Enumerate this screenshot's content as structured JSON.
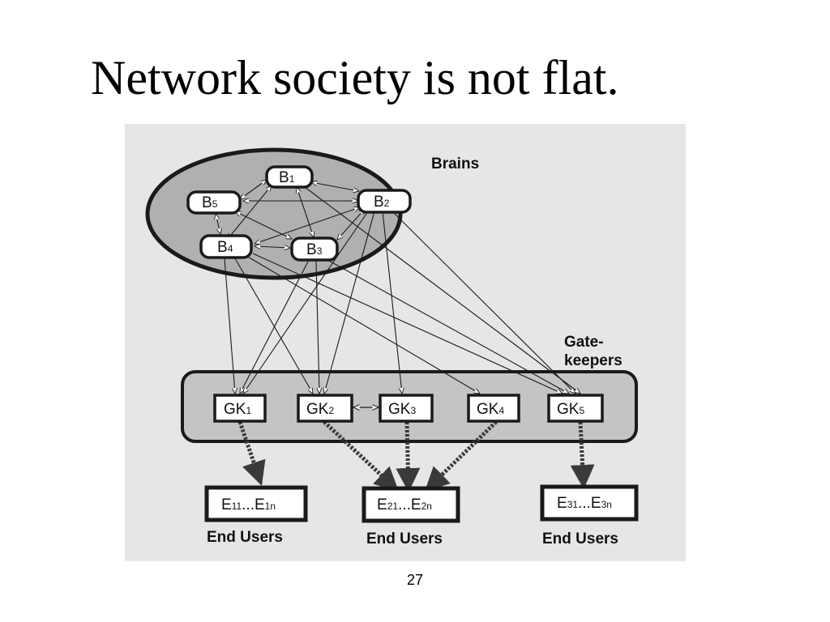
{
  "slide": {
    "title": "Network society is not flat.",
    "page_number": "27"
  },
  "diagram": {
    "groups": {
      "brains": "Brains",
      "gatekeepers_line1": "Gate-",
      "gatekeepers_line2": "keepers"
    },
    "brains": [
      {
        "base": "B",
        "sub": "1"
      },
      {
        "base": "B",
        "sub": "2"
      },
      {
        "base": "B",
        "sub": "3"
      },
      {
        "base": "B",
        "sub": "4"
      },
      {
        "base": "B",
        "sub": "5"
      }
    ],
    "gatekeepers": [
      {
        "base": "GK",
        "sub": "1"
      },
      {
        "base": "GK",
        "sub": "2"
      },
      {
        "base": "GK",
        "sub": "3"
      },
      {
        "base": "GK",
        "sub": "4"
      },
      {
        "base": "GK",
        "sub": "5"
      }
    ],
    "end_user_boxes": [
      {
        "a": "E",
        "a_sub": "11",
        "mid": "...E",
        "b_sub": "1n",
        "label": "End Users"
      },
      {
        "a": "E",
        "a_sub": "21",
        "mid": "...E",
        "b_sub": "2n",
        "label": "End Users"
      },
      {
        "a": "E",
        "a_sub": "31",
        "mid": "...E",
        "b_sub": "3n",
        "label": "End Users"
      }
    ],
    "colors": {
      "background": "#e6e6e6",
      "ellipse_fill": "#b0b0b0",
      "gatekeeper_band": "#c4c4c4",
      "stroke": "#1a1a1a"
    }
  }
}
